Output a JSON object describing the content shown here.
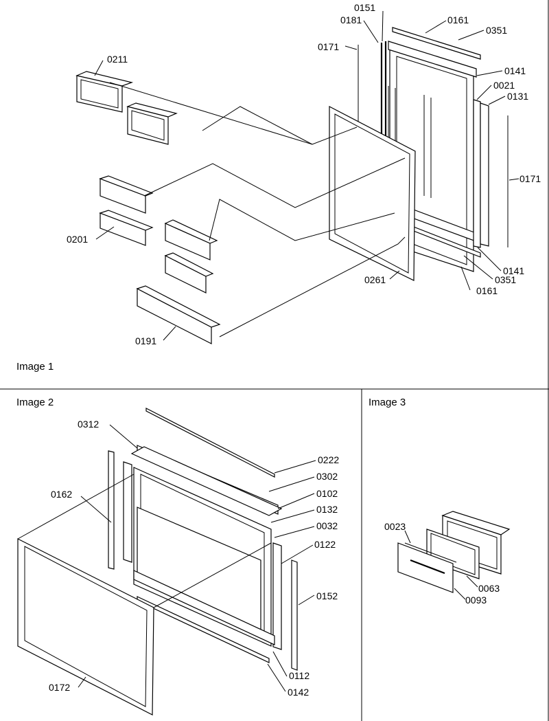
{
  "panels": [
    {
      "title": "Image 1"
    },
    {
      "title": "Image 2"
    },
    {
      "title": "Image 3"
    }
  ],
  "image1": {
    "callouts": [
      "0151",
      "0181",
      "0161",
      "0351",
      "0171",
      "0211",
      "0141",
      "0021",
      "0131",
      "0171",
      "0201",
      "0141",
      "0351",
      "0261",
      "0161",
      "0191"
    ]
  },
  "image2": {
    "callouts": [
      "0312",
      "0222",
      "0302",
      "0102",
      "0162",
      "0132",
      "0032",
      "0122",
      "0152",
      "0112",
      "0142",
      "0172"
    ]
  },
  "image3": {
    "callouts": [
      "0023",
      "0063",
      "0093"
    ]
  }
}
